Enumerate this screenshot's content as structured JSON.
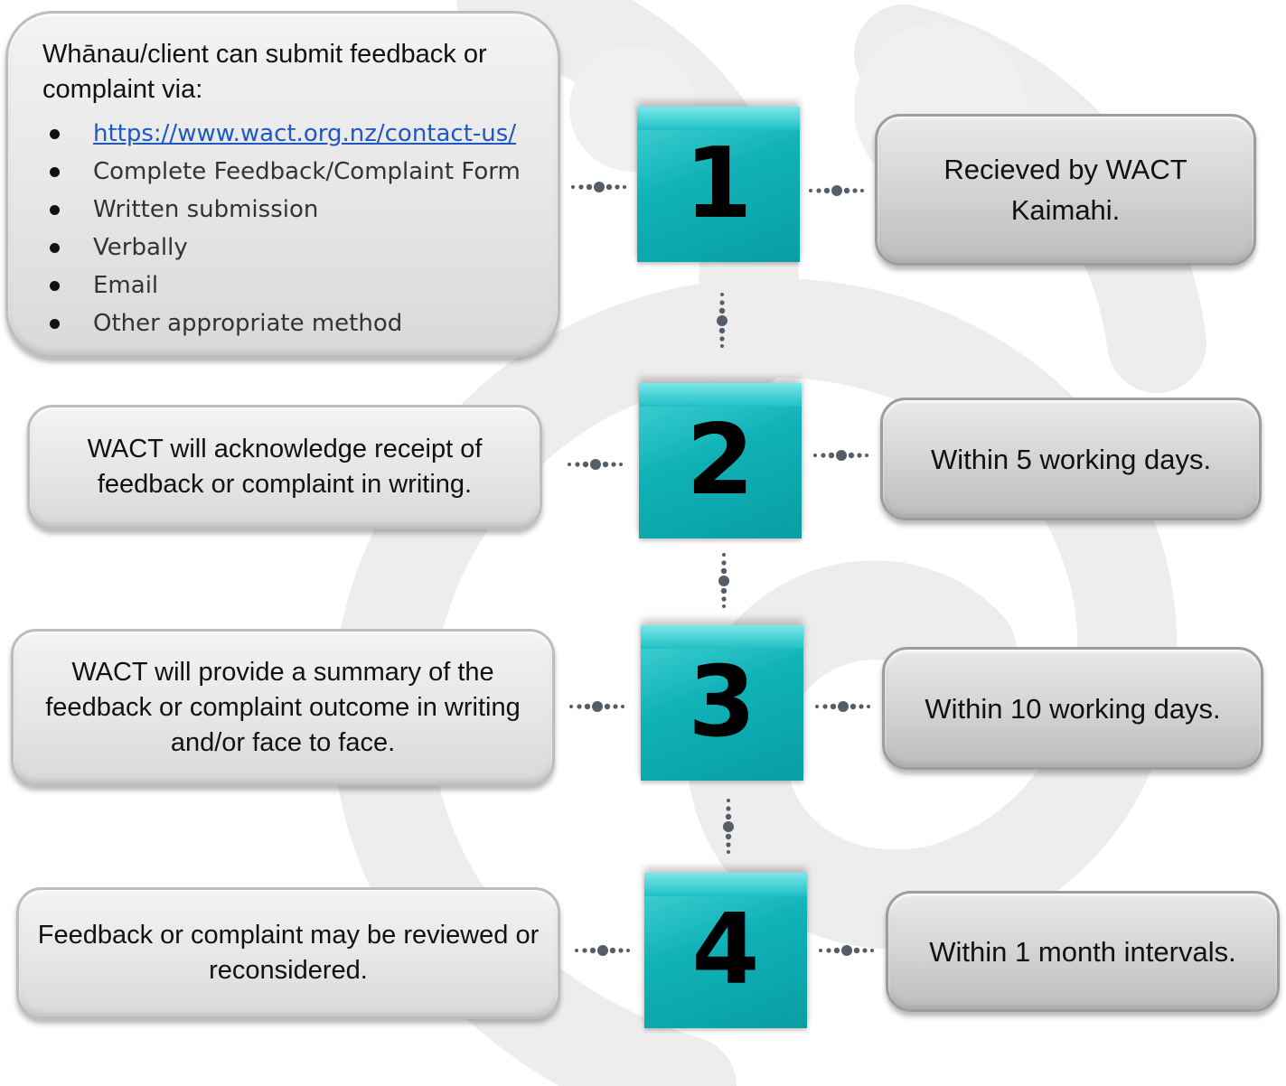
{
  "colors": {
    "teal": "#14b7bc",
    "box_light": "#e6e6e6",
    "box_dark": "#c8c8c8",
    "link": "#1f57c3"
  },
  "intro": {
    "title": "Whānau/client can submit feedback or complaint via:",
    "items": [
      "https://www.wact.org.nz/contact-us/",
      "Complete Feedback/Complaint Form",
      "Written submission",
      "Verbally",
      "Email",
      "Other appropriate method"
    ]
  },
  "steps": [
    {
      "number": "1",
      "action": "",
      "timeframe": "Recieved by WACT Kaimahi."
    },
    {
      "number": "2",
      "action": "WACT will acknowledge receipt of feedback or complaint in writing.",
      "timeframe": "Within 5 working days."
    },
    {
      "number": "3",
      "action": "WACT will provide a summary of the feedback or complaint outcome in writing and/or face to face.",
      "timeframe": "Within 10 working days."
    },
    {
      "number": "4",
      "action": "Feedback or complaint may be reviewed or reconsidered.",
      "timeframe": "Within 1 month intervals."
    }
  ],
  "connector_icon": "dotted-connector-icon",
  "background_icon": "koru-watermark-icon"
}
